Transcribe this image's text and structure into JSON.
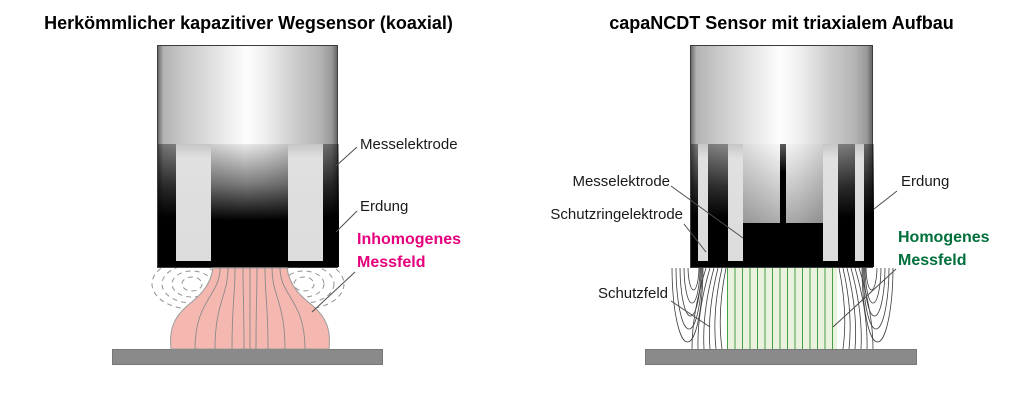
{
  "left_diagram": {
    "title": "Herkömmlicher kapazitiver Wegsensor (koaxial)",
    "labels": {
      "messelektrode": "Messelektrode",
      "erdung": "Erdung",
      "messfeld": "Inhomogenes\nMessfeld"
    }
  },
  "right_diagram": {
    "title": "capaNCDT Sensor mit triaxialem Aufbau",
    "labels": {
      "messelektrode": "Messelektrode",
      "schutzringelektrode": "Schutzringelektrode",
      "schutzfeld": "Schutzfeld",
      "erdung": "Erdung",
      "messfeld": "Homogenes\nMessfeld"
    }
  },
  "colors": {
    "accent_pink": "#E5007D",
    "accent_green": "#006F3B",
    "field_pink_fill": "#F4B8B0",
    "field_pink_line": "#8a8a8a",
    "field_green_fill": "#E9F2DC",
    "field_green_line": "#44A148",
    "target_gray": "#8A8A8A"
  }
}
